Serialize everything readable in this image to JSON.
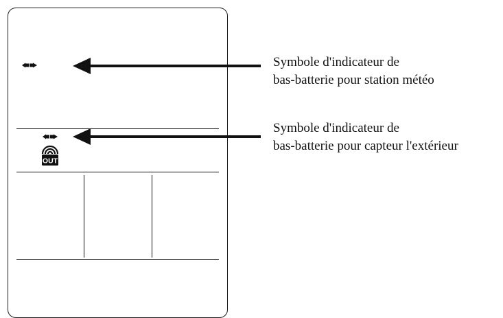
{
  "callouts": [
    {
      "line1": "Symbole d'indicateur de",
      "line2": "bas-batterie pour station météo"
    },
    {
      "line1": "Symbole d'indicateur de",
      "line2": "bas-batterie pour capteur l'extérieur"
    }
  ],
  "icons": {
    "battery_indicator_station": "low-battery-icon",
    "battery_indicator_sensor": "low-battery-icon",
    "outdoor_sensor": "outdoor-sensor-signal-icon",
    "outdoor_sensor_text": "OUT"
  },
  "colors": {
    "ink": "#111111",
    "background": "#ffffff"
  }
}
